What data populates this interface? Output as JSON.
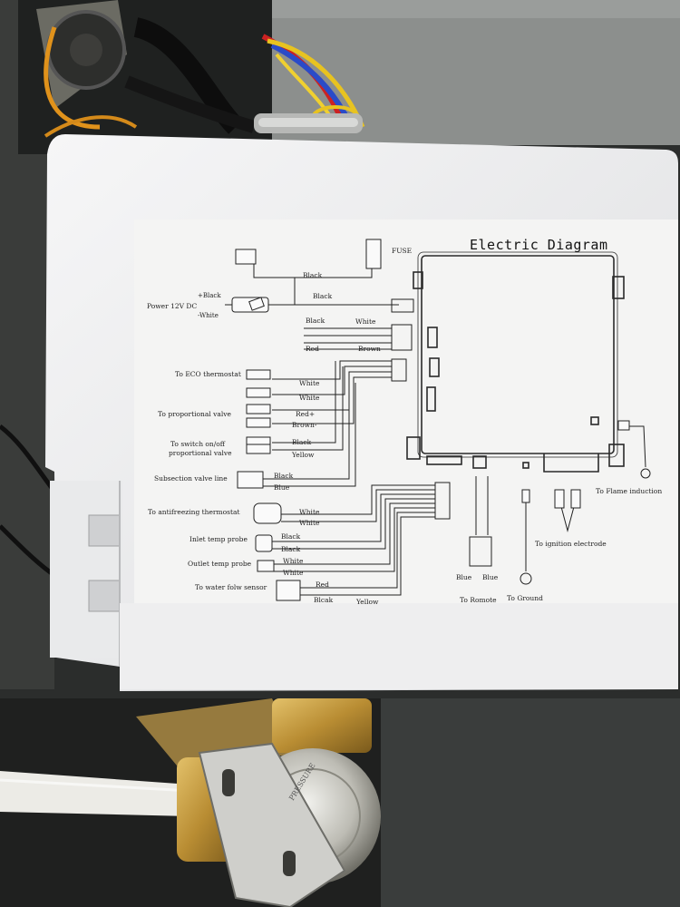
{
  "diagram": {
    "title": "Electric Diagram",
    "fuse_label": "FUSE",
    "power_label": "Power 12V DC",
    "power_plus": "+Black",
    "power_minus": "-White",
    "top_wires": [
      "Black",
      "Black"
    ],
    "switch_block": {
      "black": "Black",
      "white": "White",
      "red": "Red",
      "brown": "Brown"
    },
    "left_labels": {
      "eco": "To ECO thermostat",
      "proportional": "To proportional valve",
      "switch_onoff": "To switch on/off",
      "switch_onoff_2": "proportional valve",
      "subsection": "Subsection valve line",
      "antifreeze": "To antifreezing thermostat",
      "inlet": "Inlet temp probe",
      "outlet": "Outlet temp probe",
      "waterflow": "To water folw sensor"
    },
    "wire_labels": {
      "eco": [
        "White",
        "White"
      ],
      "proportional": [
        "Red+",
        "Brown-"
      ],
      "switch_onoff": [
        "Black",
        "Yellow"
      ],
      "subsection": [
        "Black",
        "Blue"
      ],
      "antifreeze": [
        "White",
        "White"
      ],
      "inlet": [
        "Black",
        "Black"
      ],
      "outlet": [
        "White",
        "White"
      ],
      "waterflow": [
        "Red",
        "Blcak",
        "Yellow"
      ]
    },
    "right_labels": {
      "flame": "To Flame induction",
      "ignition": "To ignition electrode",
      "remote_wires": [
        "Blue",
        "Blue"
      ],
      "remote": "To Romote",
      "ground": "To Ground"
    },
    "valve_text": "PRESSURE"
  }
}
